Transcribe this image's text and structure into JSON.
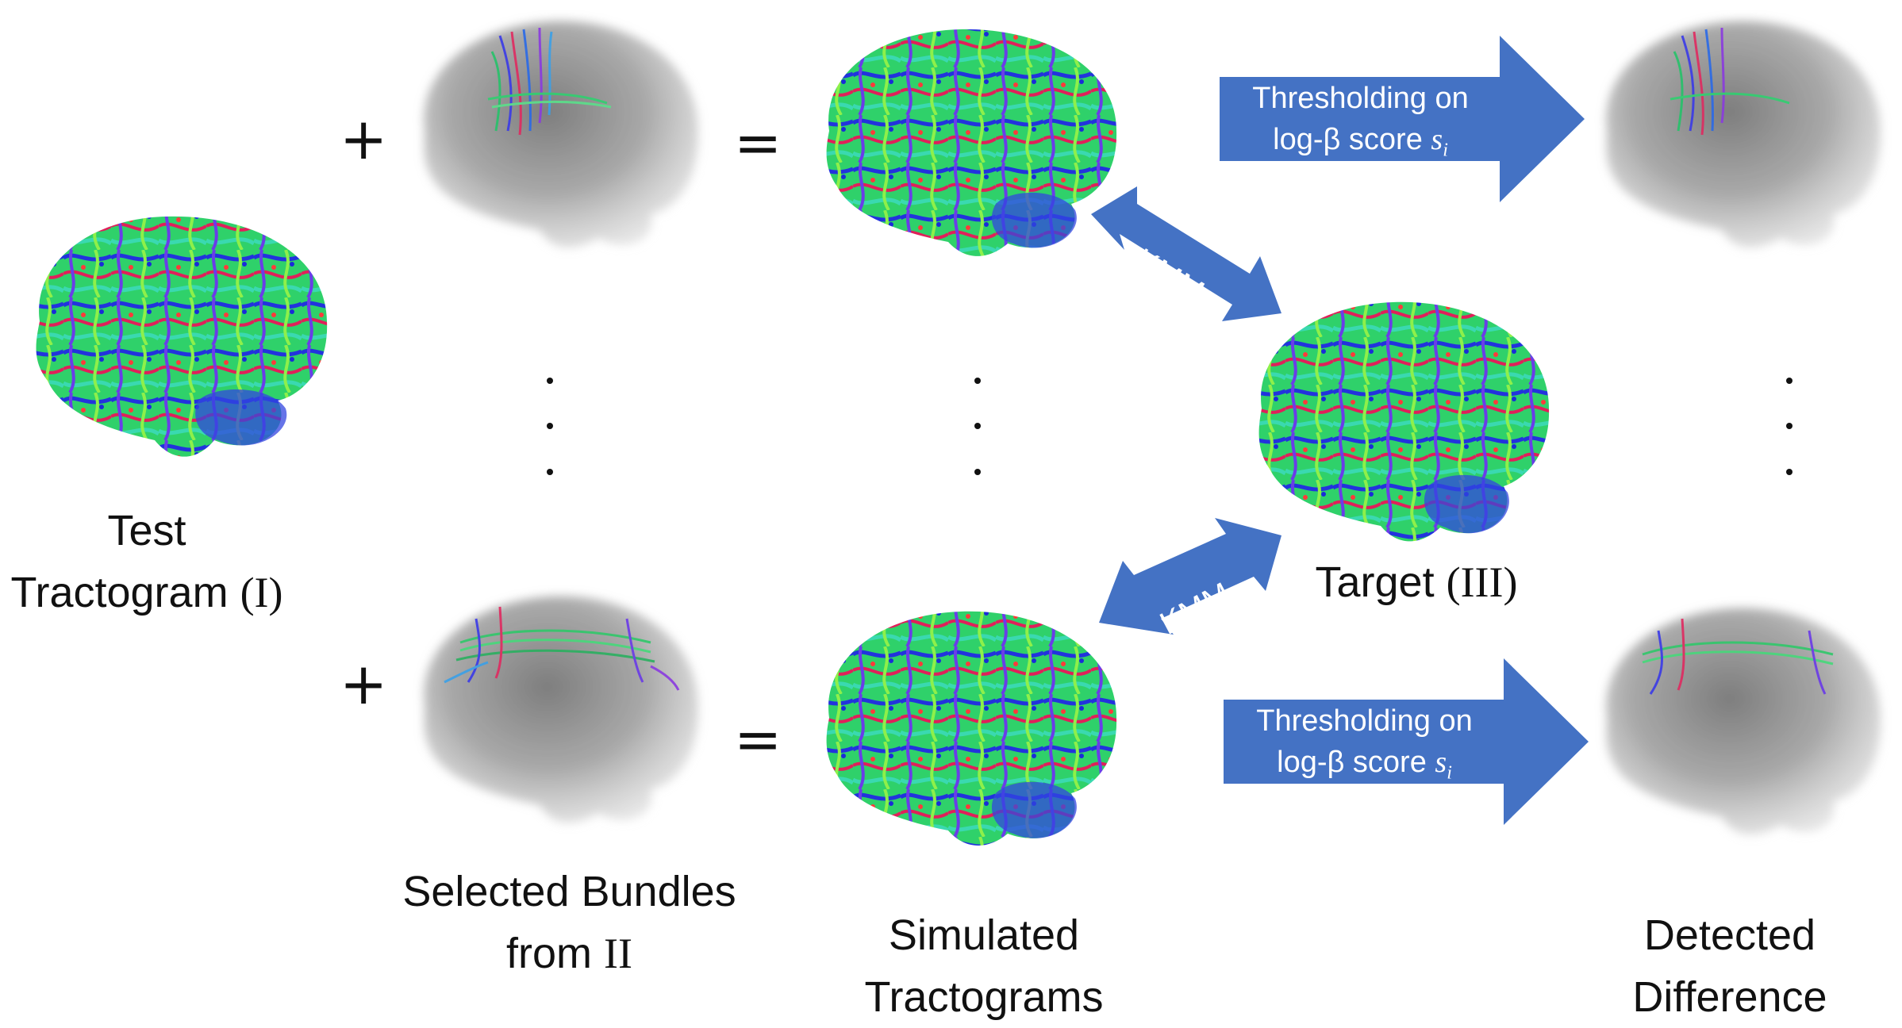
{
  "labels": {
    "test_tractogram": {
      "line1": "Test",
      "line2": "Tractogram",
      "roman": "(I)"
    },
    "selected_bundles": {
      "line1": "Selected Bundles",
      "line2": "from",
      "roman": "II"
    },
    "simulated": {
      "line1": "Simulated",
      "line2": "Tractograms"
    },
    "target": {
      "text": "Target",
      "roman": "(III)"
    },
    "detected": {
      "line1": "Detected",
      "line2": "Difference"
    }
  },
  "operators": {
    "plus": "+",
    "equals": "="
  },
  "arrows": {
    "threshold_top": {
      "line1": "Thresholding on",
      "line2": "log-β score",
      "var": "s",
      "sub": "i"
    },
    "threshold_bottom": {
      "line1": "Thresholding on",
      "line2": "log-β score",
      "var": "s",
      "sub": "i"
    },
    "kmm_top": "KMM",
    "kmm_bottom": "KMM"
  },
  "colors": {
    "arrow_fill": "#4472C4",
    "glass_brain": "#8a8a8a"
  }
}
